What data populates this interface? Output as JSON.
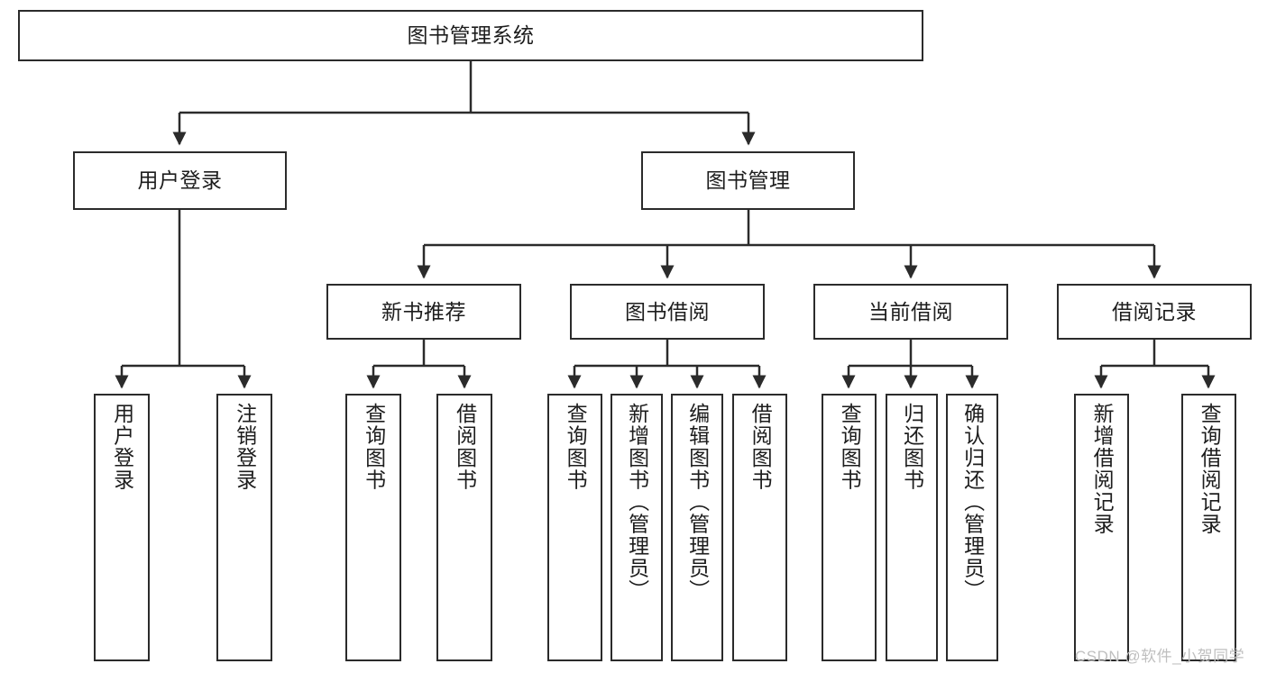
{
  "diagram": {
    "type": "tree",
    "title": "图书管理系统",
    "orientation": "top-down",
    "colors": {
      "stroke": "#2b2b2b",
      "fill": "#ffffff",
      "text": "#1d1d1d",
      "watermark": "#bfbfbf"
    }
  },
  "watermark": {
    "text": "CSDN @软件_小贺同学"
  },
  "nodes": {
    "root": {
      "label": "图书管理系统",
      "level": 1
    },
    "l2": [
      {
        "label": "用户登录",
        "level": 2
      },
      {
        "label": "图书管理",
        "level": 2
      }
    ],
    "l3": [
      {
        "label": "新书推荐",
        "level": 3
      },
      {
        "label": "图书借阅",
        "level": 3
      },
      {
        "label": "当前借阅",
        "level": 3
      },
      {
        "label": "借阅记录",
        "level": 3
      }
    ],
    "leaves": {
      "user_login": [
        {
          "label": "用户登录"
        },
        {
          "label": "注销登录"
        }
      ],
      "new_book": [
        {
          "label": "查询图书"
        },
        {
          "label": "借阅图书"
        }
      ],
      "book_borrow": [
        {
          "label": "查询图书"
        },
        {
          "label": "新增图书（管理员）"
        },
        {
          "label": "编辑图书（管理员）"
        },
        {
          "label": "借阅图书"
        }
      ],
      "current_borrow": [
        {
          "label": "查询图书"
        },
        {
          "label": "归还图书"
        },
        {
          "label": "确认归还（管理员）"
        }
      ],
      "borrow_record": [
        {
          "label": "新增借阅记录"
        },
        {
          "label": "查询借阅记录"
        }
      ]
    }
  }
}
